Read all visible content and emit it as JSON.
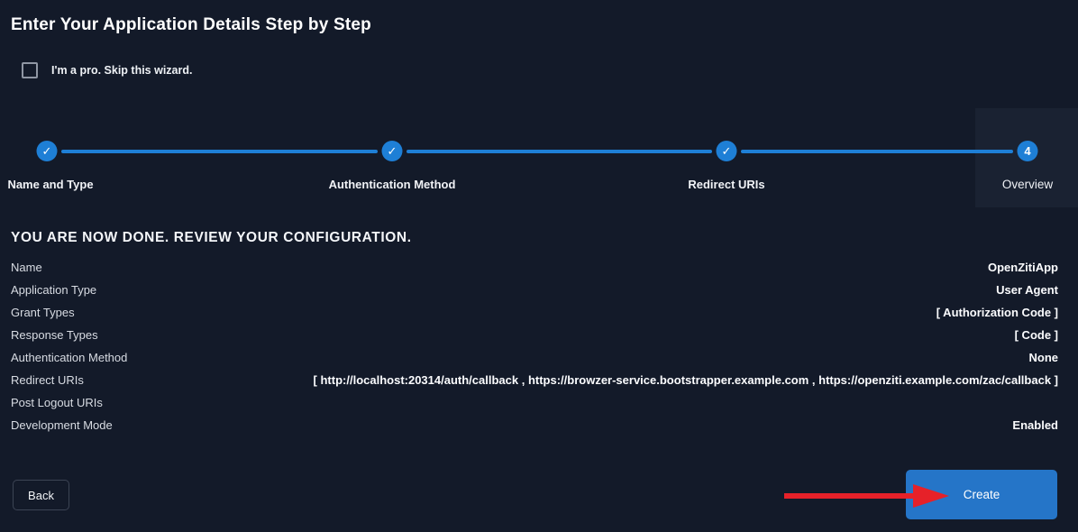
{
  "page": {
    "title": "Enter Your Application Details Step by Step"
  },
  "skip": {
    "label": "I'm a pro. Skip this wizard.",
    "checked": false
  },
  "icons": {
    "check": "✓",
    "arrow": "red-arrow-pointing-to-create"
  },
  "stepper": {
    "steps": [
      {
        "label": "Name and Type",
        "state": "complete"
      },
      {
        "label": "Authentication Method",
        "state": "complete"
      },
      {
        "label": "Redirect URIs",
        "state": "complete"
      },
      {
        "label": "Overview",
        "state": "active",
        "number": "4"
      }
    ]
  },
  "review": {
    "heading": "YOU ARE NOW DONE. REVIEW YOUR CONFIGURATION.",
    "rows": [
      {
        "label": "Name",
        "value": "OpenZitiApp"
      },
      {
        "label": "Application Type",
        "value": "User Agent"
      },
      {
        "label": "Grant Types",
        "value": "[ Authorization Code ]"
      },
      {
        "label": "Response Types",
        "value": "[ Code ]"
      },
      {
        "label": "Authentication Method",
        "value": "None"
      },
      {
        "label": "Redirect URIs",
        "value": "[ http://localhost:20314/auth/callback , https://browzer-service.bootstrapper.example.com , https://openziti.example.com/zac/callback ]"
      },
      {
        "label": "Post Logout URIs",
        "value": ""
      },
      {
        "label": "Development Mode",
        "value": "Enabled"
      }
    ]
  },
  "footer": {
    "back_label": "Back",
    "create_label": "Create"
  },
  "colors": {
    "background": "#131a29",
    "accent_blue": "#1e7fd6",
    "button_blue": "#2575c8",
    "arrow_red": "#e62129",
    "active_step_panel": "#1a2232",
    "label_gray": "#d8dce3"
  }
}
